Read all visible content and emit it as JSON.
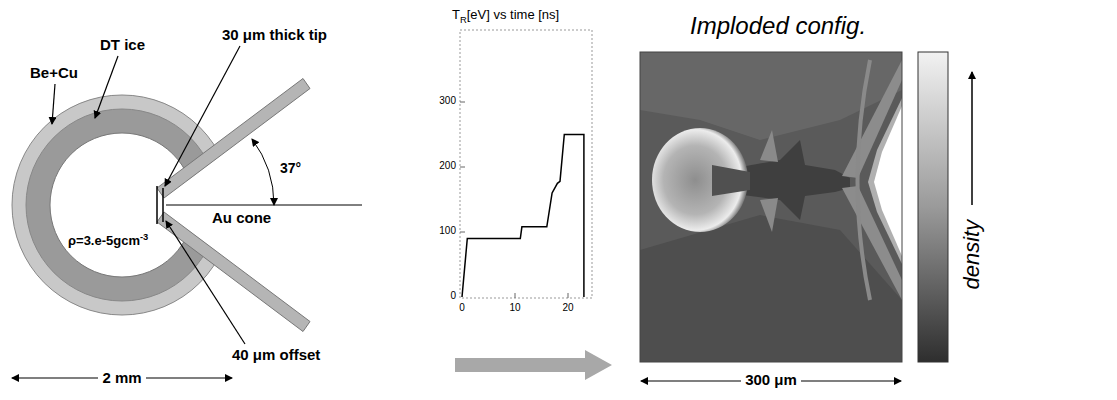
{
  "diagram": {
    "labels": [
      "Be+Cu",
      "DT ice",
      "30 μm thick tip",
      "37°",
      "Au cone",
      "ρ=3.e-5gcm",
      "-3",
      "40 μm offset",
      "2 mm",
      "T",
      "R",
      "[eV] vs time [ns]",
      "300",
      "200",
      "100",
      "0",
      "0",
      "10",
      "20",
      "Imploded config.",
      "density",
      "300 μm"
    ]
  }
}
